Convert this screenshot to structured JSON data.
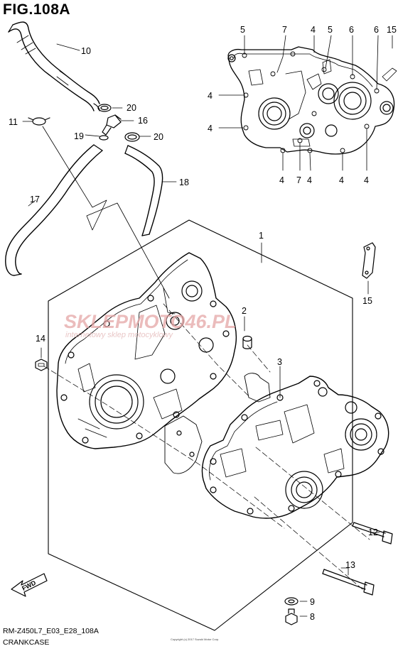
{
  "figure": {
    "title": "FIG.108A",
    "model_code": "RM-Z450L7_E03_E28_108A",
    "section_name": "CRANKCASE",
    "copyright_small": "Copyright (c) 2017 Suzuki Motor Corp."
  },
  "watermark": {
    "brand": "SKLEPMOTO46.PL",
    "tagline": "internetowy sklep motocyklowy"
  },
  "parts": [
    {
      "id": "1",
      "ref": "1"
    },
    {
      "id": "2",
      "ref": "2"
    },
    {
      "id": "3",
      "ref": "3"
    },
    {
      "id": "4",
      "ref": "4"
    },
    {
      "id": "5",
      "ref": "5"
    },
    {
      "id": "6",
      "ref": "6"
    },
    {
      "id": "7",
      "ref": "7"
    },
    {
      "id": "8",
      "ref": "8"
    },
    {
      "id": "9",
      "ref": "9"
    },
    {
      "id": "10",
      "ref": "10"
    },
    {
      "id": "11",
      "ref": "11"
    },
    {
      "id": "12",
      "ref": "12"
    },
    {
      "id": "13",
      "ref": "13"
    },
    {
      "id": "14",
      "ref": "14"
    },
    {
      "id": "15",
      "ref": "15"
    },
    {
      "id": "16",
      "ref": "16"
    },
    {
      "id": "17",
      "ref": "17"
    },
    {
      "id": "18",
      "ref": "18"
    },
    {
      "id": "19",
      "ref": "19"
    },
    {
      "id": "20",
      "ref": "20"
    }
  ],
  "fwd_label": "FWD",
  "callouts": {
    "c10": "10",
    "c11": "11",
    "c20a": "20",
    "c16": "16",
    "c19": "19",
    "c20b": "20",
    "c18": "18",
    "c17": "17",
    "c5a": "5",
    "c7a": "7",
    "c4a": "4",
    "c5b": "5",
    "c6a": "6",
    "c6b": "6",
    "c15a": "15",
    "c4b": "4",
    "c4c": "4",
    "c4d": "4",
    "c7b": "7",
    "c4e": "4",
    "c4f": "4",
    "c4g": "4",
    "c1": "1",
    "c15b": "15",
    "c2": "2",
    "c14": "14",
    "c3": "3",
    "c12": "12",
    "c13": "13",
    "c9": "9",
    "c8": "8"
  }
}
